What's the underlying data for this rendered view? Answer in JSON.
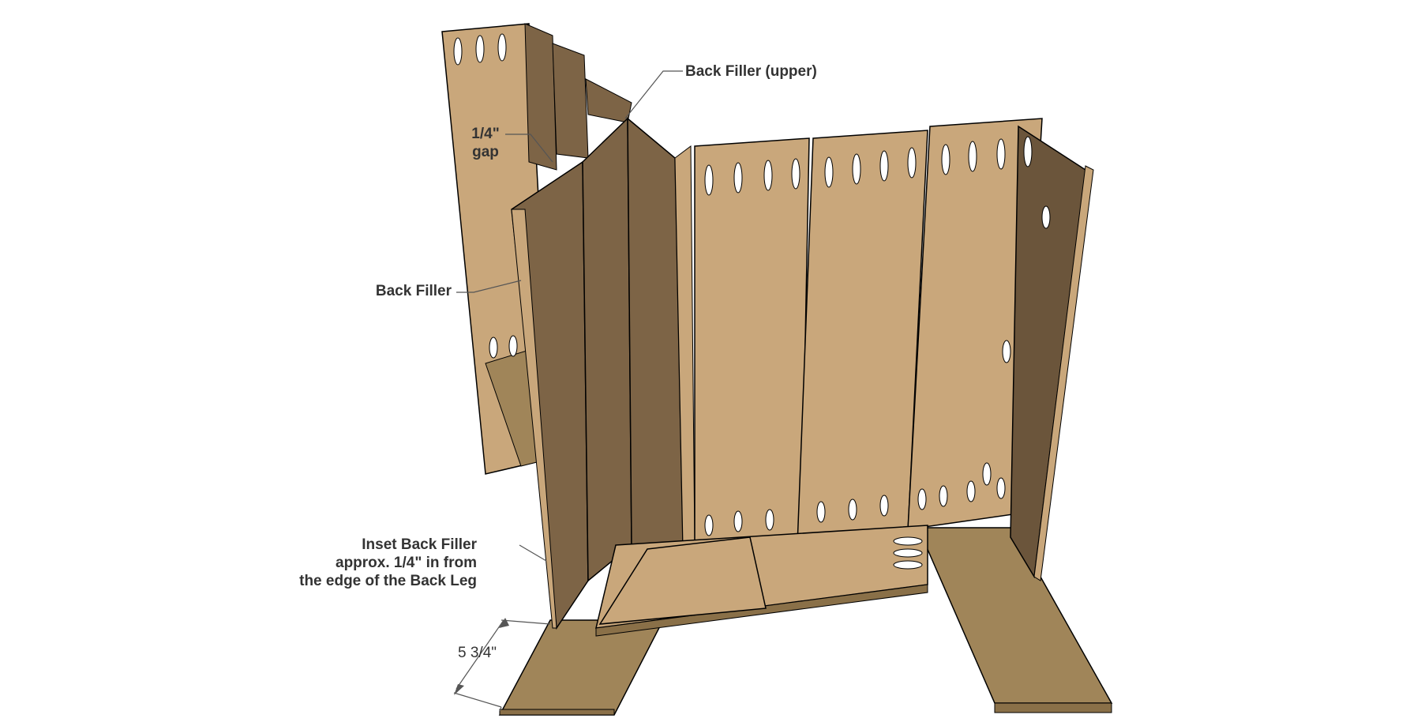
{
  "labels": {
    "back_filler_upper": "Back Filler (upper)",
    "gap_line1": "1/4\"",
    "gap_line2": "gap",
    "back_filler": "Back Filler",
    "inset_line1": "Inset Back Filler",
    "inset_line2": "approx. 1/4\" in from",
    "inset_line3": "the edge of the Back Leg",
    "dimension": "5 3/4\""
  },
  "colors": {
    "wood_face": "#c9a77b",
    "wood_shade": "#7d6446",
    "wood_dark": "#6b553b",
    "wood_floor": "#a08559",
    "edge": "#000000",
    "label_text": "#333333"
  }
}
